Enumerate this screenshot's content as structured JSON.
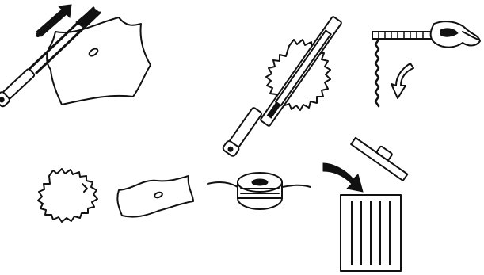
{
  "figure": {
    "panels": [
      {
        "id": "file-plate-blade",
        "icon": "file-on-cutting-plate-icon"
      },
      {
        "id": "file-circular-saw",
        "icon": "file-on-saw-blade-icon"
      },
      {
        "id": "check-saw-with-gauge",
        "icon": "gauge-and-saw-teeth-icon"
      },
      {
        "id": "discard-parts",
        "icon": "discard-worn-blades-icon"
      }
    ],
    "items": [
      "saw-blade",
      "cutting-plate",
      "trimmer-head",
      "trash-bin"
    ],
    "colors": {
      "ink": "#111111",
      "paper": "#ffffff"
    }
  }
}
